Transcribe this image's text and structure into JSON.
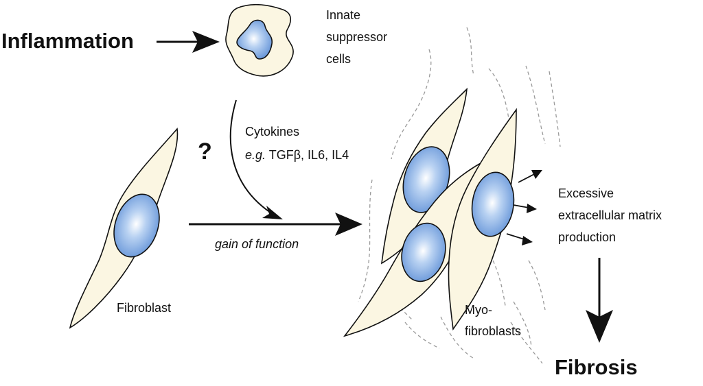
{
  "labels": {
    "inflammation": "Inflammation",
    "innate_line1": "Innate",
    "innate_line2": "suppressor",
    "innate_line3": "cells",
    "cytokines_line1": "Cytokines",
    "cytokines_eg": "e.g.",
    "cytokines_list": " TGFβ, IL6, IL4",
    "question_mark": "?",
    "gain_of_function": "gain of function",
    "fibroblast": "Fibroblast",
    "myo_line1": "Myo-",
    "myo_line2": "fibroblasts",
    "ecm_line1": "Excessive",
    "ecm_line2": "extracellular matrix",
    "ecm_line3": "production",
    "fibrosis": "Fibrosis"
  },
  "colors": {
    "cell_cytoplasm": "#fbf6e2",
    "nucleus_blue": "#6f9fdc",
    "nucleus_highlight": "#ffffff",
    "matrix_fiber": "#9a9a9a",
    "ink": "#111111"
  }
}
